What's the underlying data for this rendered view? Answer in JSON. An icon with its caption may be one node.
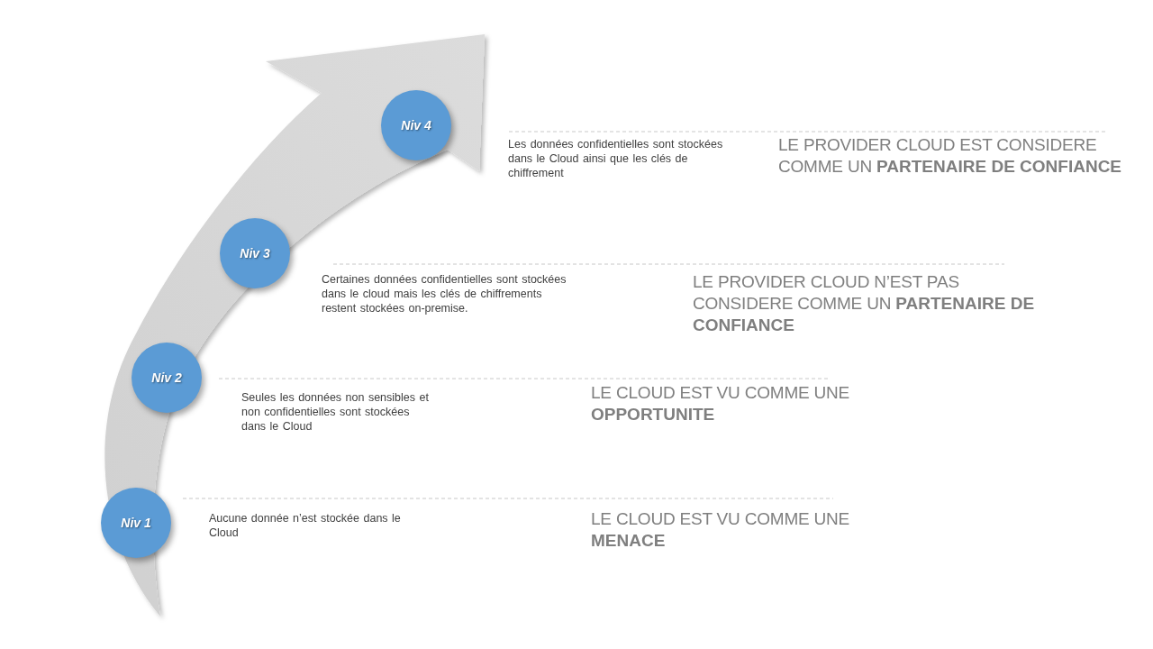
{
  "diagram": {
    "nodes": [
      {
        "text": [
          "Niv 1"
        ]
      },
      {
        "text": [
          "Niv 2"
        ]
      },
      {
        "text": [
          "Niv 3"
        ]
      },
      {
        "text": [
          "Niv 4"
        ]
      }
    ],
    "edges": [],
    "labels": [
      "Les données confidentielles sont stockées dans le Cloud ainsi que les clés de chiffrement",
      "LE PROVIDER CLOUD EST CONSIDERE COMME UN **PARTENAIRE DE CONFIANCE**",
      "Certaines données confidentielles sont stockées dans le cloud mais les clés de chiffrements restent stockées on-premise.",
      "LE PROVIDER CLOUD N’EST PAS CONSIDERE COMME UN **PARTENAIRE DE CONFIANCE**",
      "Seules les données non sensibles et non confidentielles sont stockées dans le Cloud",
      "LE CLOUD EST VU COMME UNE **OPPORTUNITE**",
      "Aucune donnée n’est stockée dans le Cloud",
      "LE CLOUD EST VU COMME UNE **MENACE**"
    ]
  }
}
